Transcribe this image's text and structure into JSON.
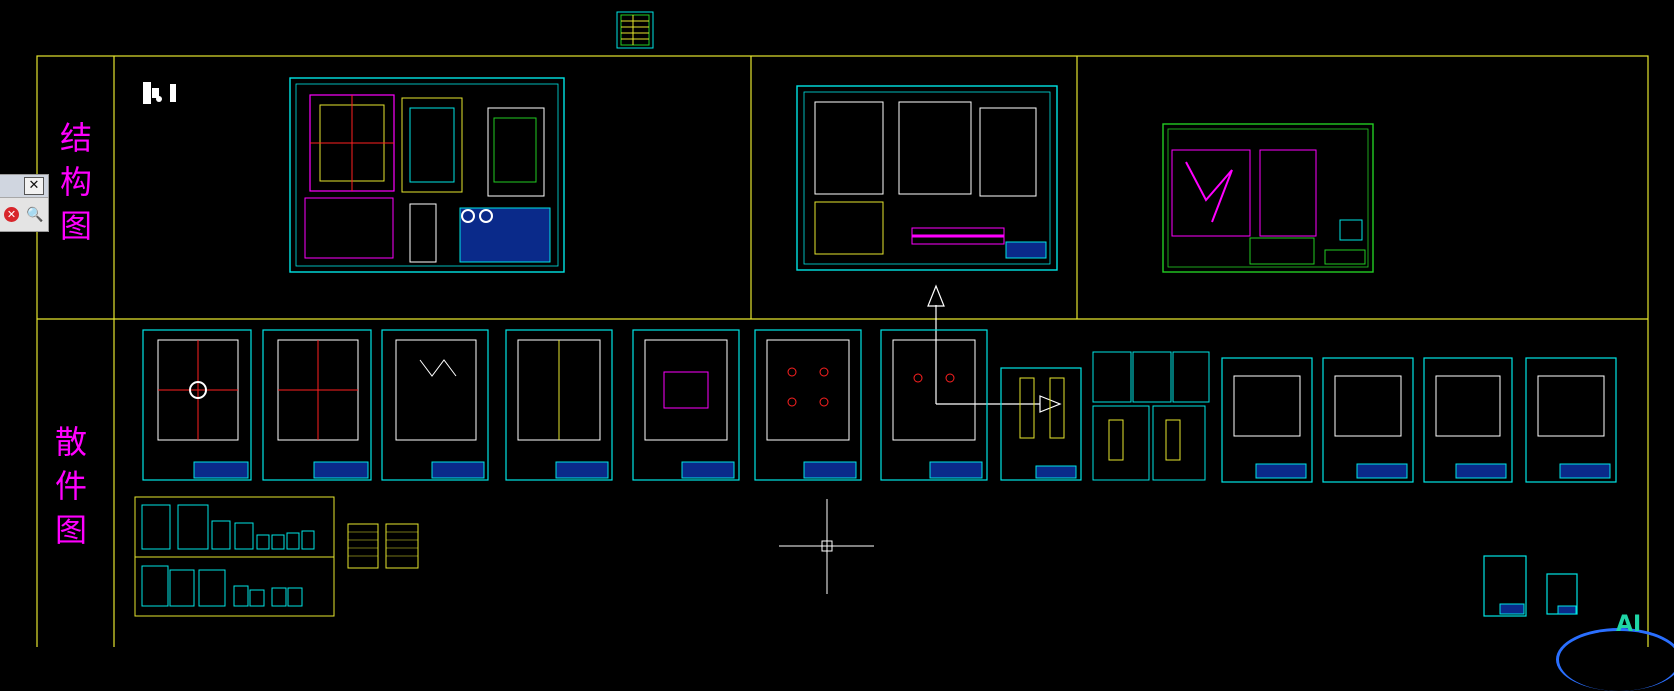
{
  "app": {
    "name": "CAD drawing workspace"
  },
  "sections": {
    "structure_label": "结构图",
    "structure_chars": [
      "结",
      "构",
      "图"
    ],
    "parts_label": "散件图",
    "parts_chars": [
      "散",
      "件",
      "图"
    ]
  },
  "toolbox": {
    "close_glyph": "✕",
    "error_glyph": "✕",
    "zoom_glyph": "🔍"
  },
  "badge": {
    "text": "AI"
  },
  "colors": {
    "background": "#000000",
    "frame_yellow": "#e6e62e",
    "sheet_cyan": "#00e5e5",
    "sheet_green": "#22cc22",
    "label_magenta": "#ff00ff",
    "crosshair": "#ffffff",
    "badge_teal": "#1fd6a6"
  },
  "icons": {
    "crosshair": "crosshair-cursor-icon",
    "ucs": "ucs-arrow-icon",
    "close": "close-icon",
    "error": "error-icon",
    "zoom": "magnifier-icon"
  }
}
